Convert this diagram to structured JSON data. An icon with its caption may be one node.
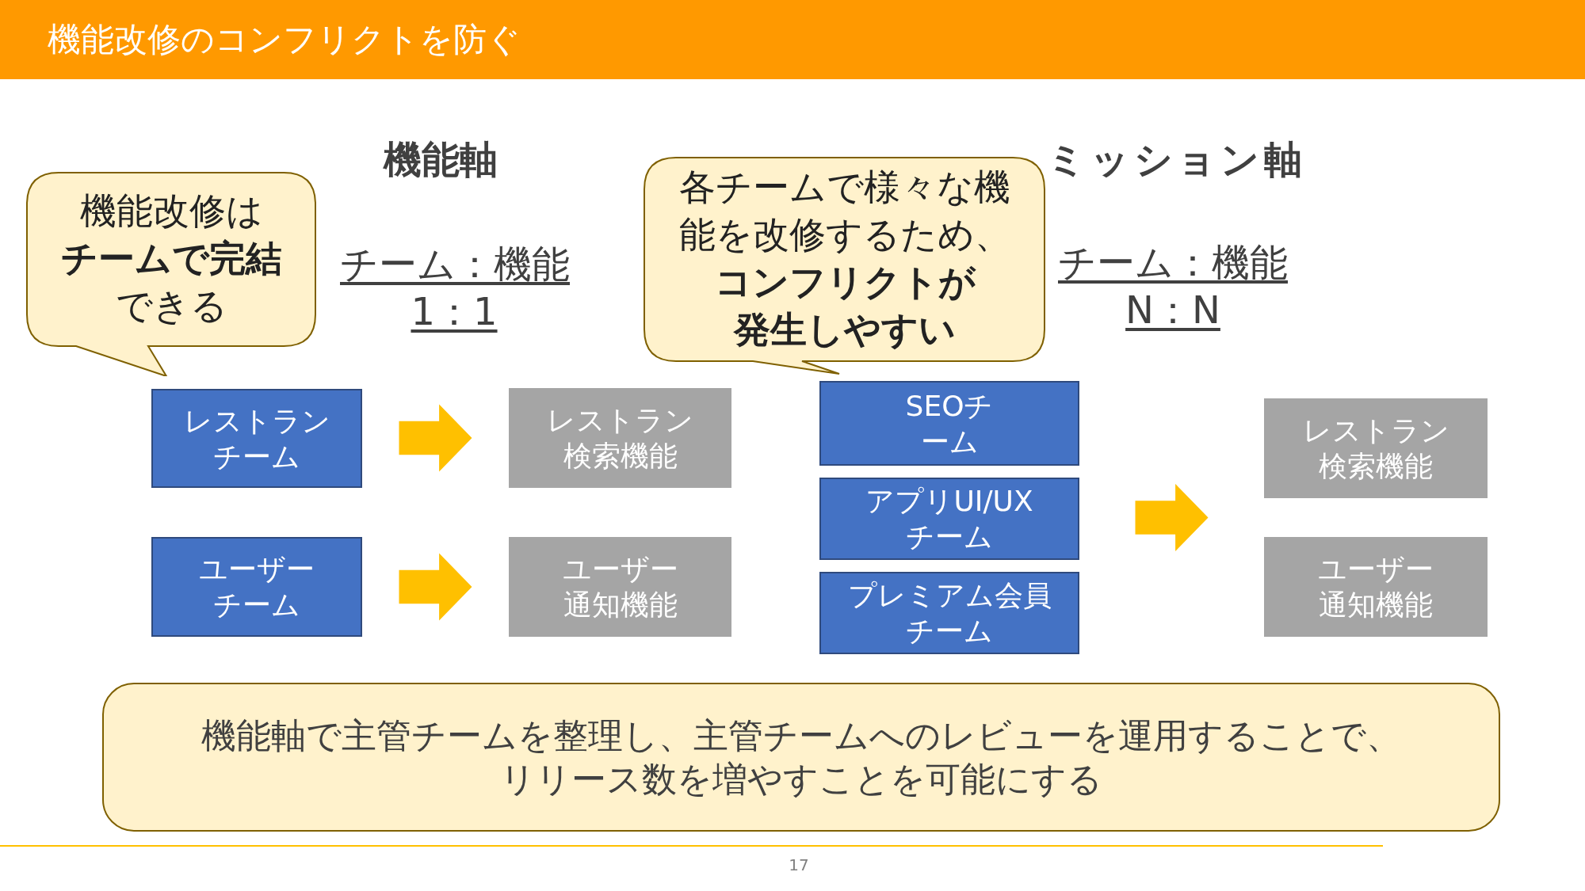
{
  "diagram": {
    "title": "機能改修のコンフリクトを防ぐ",
    "nodes": [
      {
        "text": [
          "機能改修は**チームで完結**できる"
        ]
      },
      {
        "text": [
          "レストランチーム"
        ]
      },
      {
        "text": [
          "ユーザーチーム"
        ]
      },
      {
        "text": [
          "レストラン検索機能"
        ]
      },
      {
        "text": [
          "ユーザー通知機能"
        ]
      },
      {
        "text": [
          "各チームで様々な機能を改修するため、**コンフリクトが発生しやすい**"
        ]
      },
      {
        "text": [
          "SEOチーム"
        ]
      },
      {
        "text": [
          "アプリUI/UXチーム"
        ]
      },
      {
        "text": [
          "プレミアム会員チーム"
        ]
      },
      {
        "text": [
          "レストラン検索機能"
        ]
      },
      {
        "text": [
          "ユーザー通知機能"
        ]
      },
      {
        "text": [
          "機能軸で主管チームを整理し、主管チームへのレビューを運用することで、リリース数を増やすことを可能にする"
        ]
      }
    ],
    "edges": [
      {
        "from": 1,
        "to": 3,
        "arrow": "to"
      },
      {
        "from": 2,
        "to": 4,
        "arrow": "to"
      },
      {
        "from": 6,
        "to": 9,
        "arrow": "to"
      },
      {
        "from": 6,
        "to": 10,
        "arrow": "to"
      },
      {
        "from": 7,
        "to": 9,
        "arrow": "to"
      },
      {
        "from": 7,
        "to": 10,
        "arrow": "to"
      },
      {
        "from": 8,
        "to": 9,
        "arrow": "to"
      },
      {
        "from": 8,
        "to": 10,
        "arrow": "to"
      }
    ],
    "labels": [
      "機能軸",
      "ミッション軸",
      "チーム：機能",
      "1：1",
      "チーム：機能",
      "N：N",
      "17"
    ]
  }
}
